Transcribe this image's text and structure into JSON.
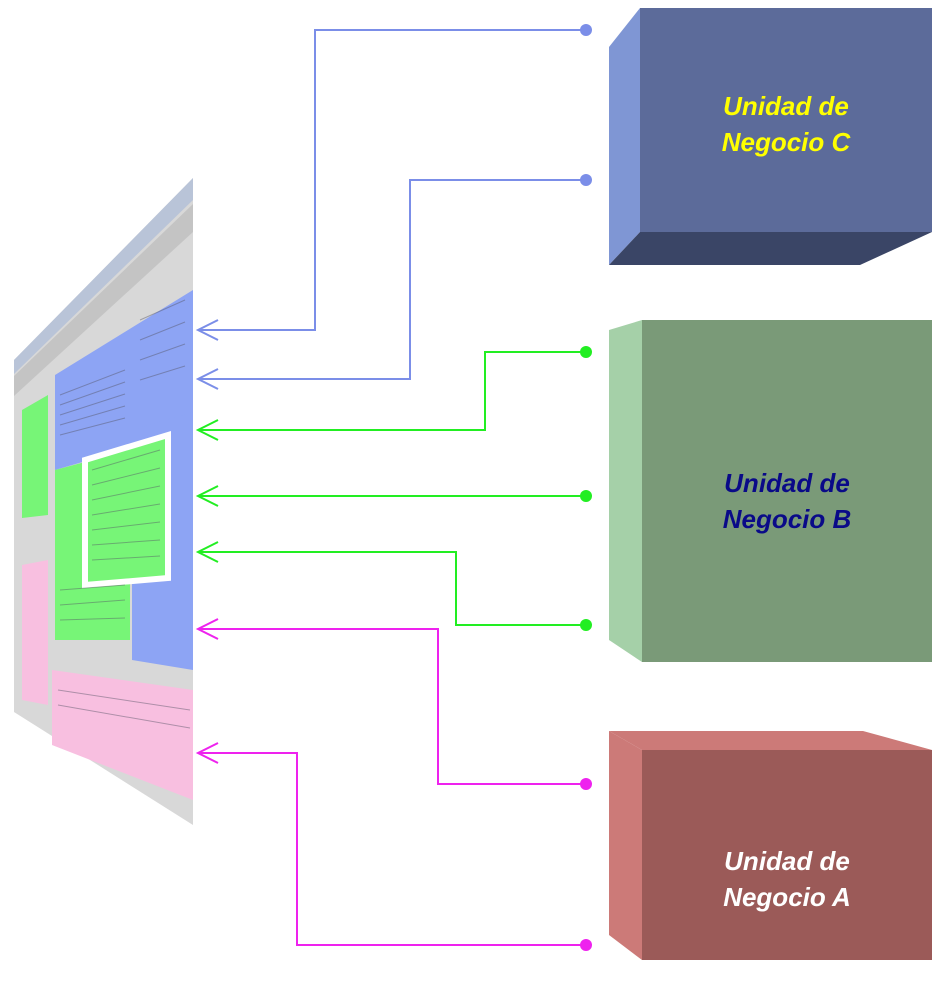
{
  "units": [
    {
      "id": "c",
      "line1": "Unidad de",
      "line2": "Negocio C",
      "text_color": "#ffff00",
      "front_color": "#5c6b9a",
      "side_color": "#7f96d4",
      "bottom_color": "#3a4566",
      "connector_color": "#7b8ee8"
    },
    {
      "id": "b",
      "line1": "Unidad de",
      "line2": "Negocio B",
      "text_color": "#0a0a88",
      "front_color": "#7a9a78",
      "side_color": "#a5d0a8",
      "bottom_color": "#6a8a68",
      "connector_color": "#22ee22"
    },
    {
      "id": "a",
      "line1": "Unidad de",
      "line2": "Negocio A",
      "text_color": "#ffffff",
      "front_color": "#9b5a58",
      "side_color": "#cc7a78",
      "bottom_color": "#8a4a48",
      "connector_color": "#ee22ee"
    }
  ],
  "screenshot_panel": {
    "blue_area_color": "#8da4f4",
    "green_area_color": "#77f577",
    "pink_area_color": "#f8bfe0",
    "frame_color": "#c8c8c8"
  }
}
